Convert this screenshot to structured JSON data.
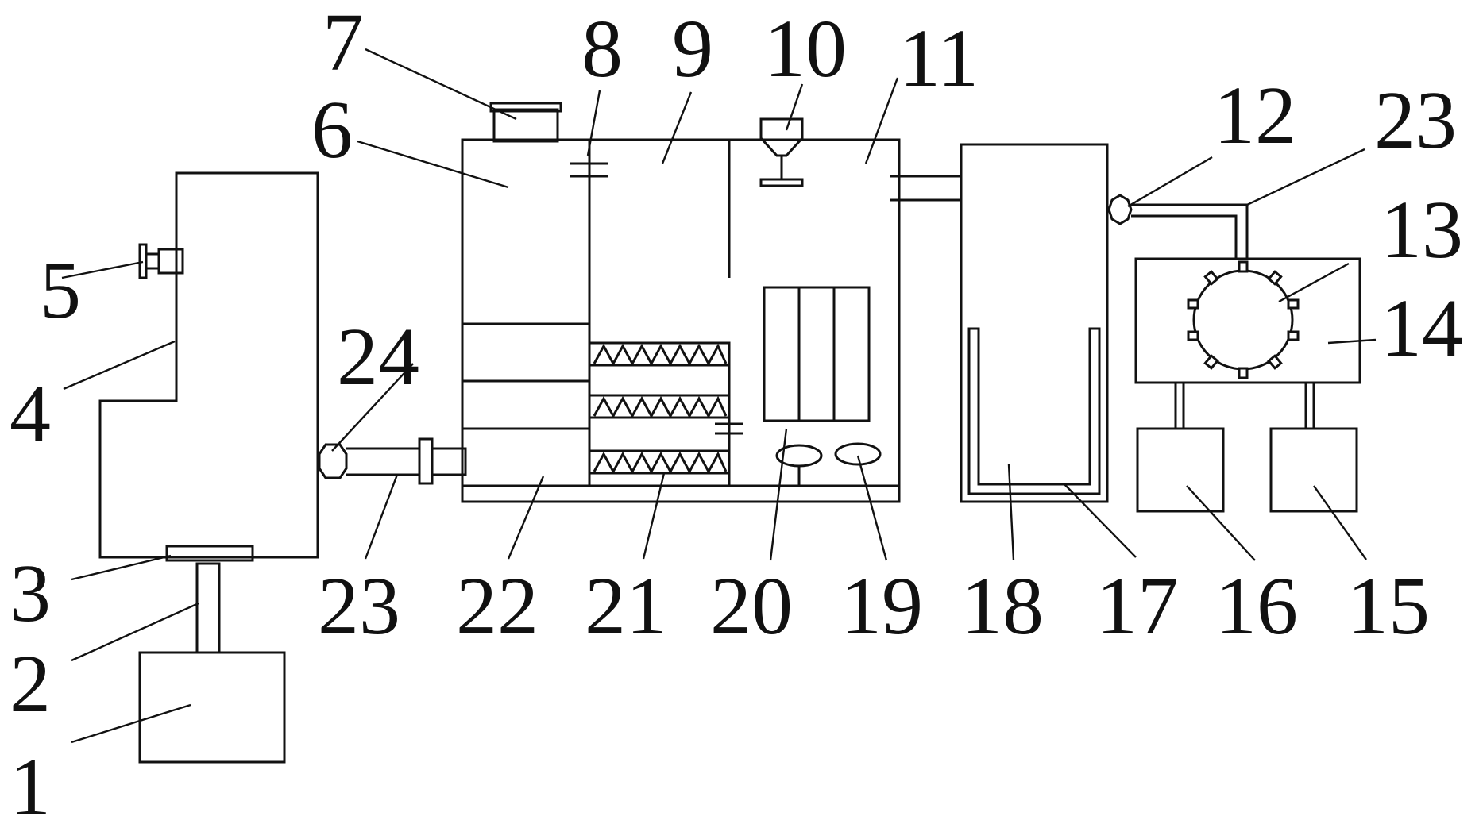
{
  "labels": {
    "n1": "1",
    "n2": "2",
    "n3": "3",
    "n4": "4",
    "n5": "5",
    "n6": "6",
    "n7": "7",
    "n8": "8",
    "n9": "9",
    "n10": "10",
    "n11": "11",
    "n12": "12",
    "n13": "13",
    "n14": "14",
    "n15": "15",
    "n16": "16",
    "n17": "17",
    "n18": "18",
    "n19": "19",
    "n20": "20",
    "n21": "21",
    "n22": "22",
    "n23": "23",
    "n24": "24"
  },
  "colors": {
    "line": "#111111",
    "background": "#ffffff"
  }
}
